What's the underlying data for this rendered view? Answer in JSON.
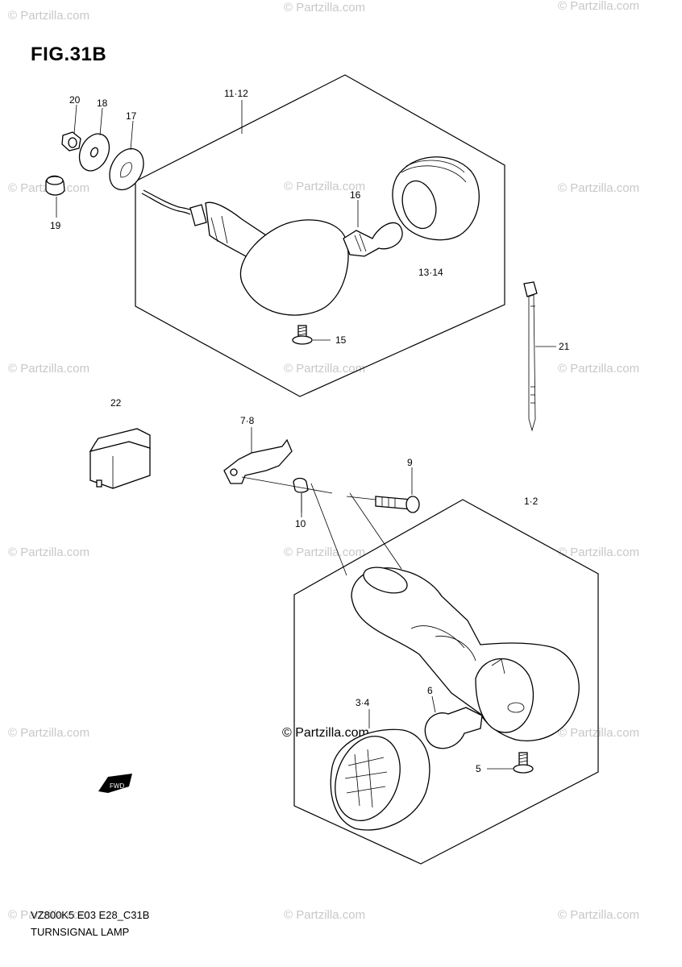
{
  "figure": {
    "title": "FIG.31B",
    "model_code": "VZ800K5 E03 E28_C31B",
    "section_name": "TURNSIGNAL LAMP"
  },
  "watermark": {
    "text": "© Partzilla.com",
    "main_text": "© Partzilla.com"
  },
  "callouts": {
    "p20": "20",
    "p18": "18",
    "p17": "17",
    "p19": "19",
    "p11_12": "11·12",
    "p16": "16",
    "p13_14": "13·14",
    "p15": "15",
    "p21": "21",
    "p22": "22",
    "p7_8": "7·8",
    "p9": "9",
    "p10": "10",
    "p1_2": "1·2",
    "p6": "6",
    "p3_4": "3·4",
    "p5": "5"
  },
  "colors": {
    "line": "#000000",
    "watermark": "#c8c8c8",
    "background": "#ffffff"
  },
  "icons": {
    "front_arrow": "front-arrow-icon"
  }
}
